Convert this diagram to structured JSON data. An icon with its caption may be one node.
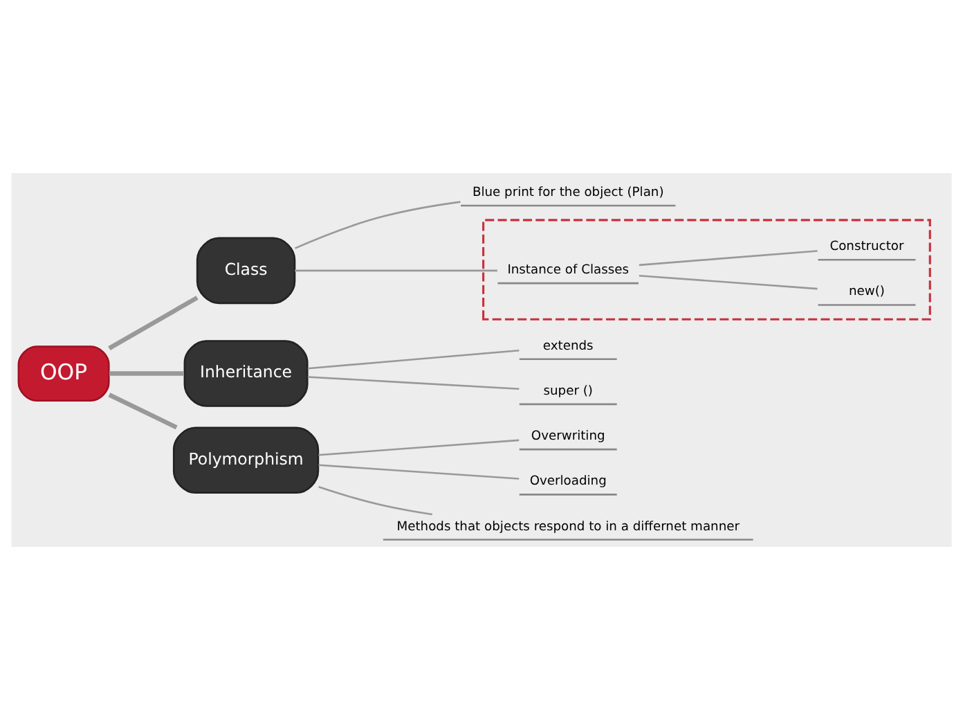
{
  "diagram": {
    "nodes": [
      {
        "text": [
          "OOP"
        ]
      },
      {
        "text": [
          "Class"
        ]
      },
      {
        "text": [
          "Blue print for the object (Plan)"
        ]
      },
      {
        "text": [],
        "shape": "box"
      },
      {
        "text": [
          "new()"
        ],
        "in": 3
      },
      {
        "text": [
          "Instance of Classes"
        ],
        "in": 3
      },
      {
        "text": [
          "Constructor"
        ],
        "in": 3
      },
      {
        "text": [
          "Inheritance"
        ]
      },
      {
        "text": [
          "extends"
        ]
      },
      {
        "text": [
          "super ()"
        ]
      },
      {
        "text": [
          "Polymorphism"
        ]
      },
      {
        "text": [
          "Overwriting"
        ]
      },
      {
        "text": [
          "Overloading"
        ]
      },
      {
        "text": [
          "Methods that objects respond to in a differnet manner"
        ]
      }
    ],
    "edges": [
      {
        "from": 0,
        "to": 1,
        "arrow": "none",
        "style": "thick"
      },
      {
        "from": 0,
        "to": 7,
        "arrow": "none",
        "style": "thick"
      },
      {
        "from": 0,
        "to": 10,
        "arrow": "none",
        "style": "thick"
      },
      {
        "from": 1,
        "to": 2,
        "arrow": "none"
      },
      {
        "from": 1,
        "to": 5,
        "arrow": "none"
      },
      {
        "from": 5,
        "to": 4,
        "arrow": "none"
      },
      {
        "from": 5,
        "to": 6,
        "arrow": "none"
      },
      {
        "from": 7,
        "to": 8,
        "arrow": "none"
      },
      {
        "from": 7,
        "to": 9,
        "arrow": "none"
      },
      {
        "from": 10,
        "to": 11,
        "arrow": "none"
      },
      {
        "from": 10,
        "to": 12,
        "arrow": "none"
      },
      {
        "from": 10,
        "to": 13,
        "arrow": "none"
      }
    ]
  }
}
